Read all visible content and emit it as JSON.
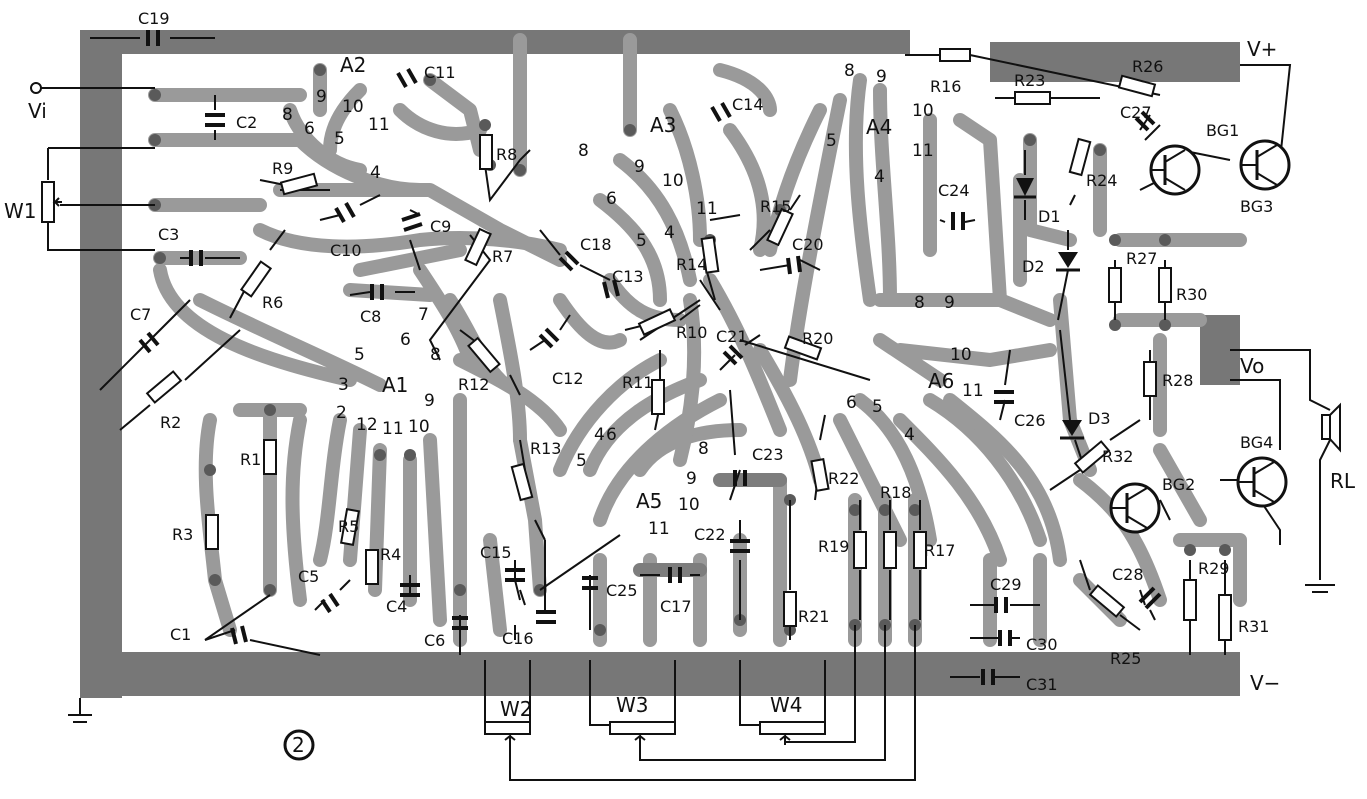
{
  "figure_number": "2",
  "terminals": {
    "vi": "Vi",
    "vplus": "V+",
    "vminus": "V−",
    "vo": "Vo"
  },
  "ics": [
    "A1",
    "A2",
    "A3",
    "A4",
    "A5",
    "A6"
  ],
  "transistors": [
    "BG1",
    "BG2",
    "BG3",
    "BG4"
  ],
  "pots": [
    "W1",
    "W2",
    "W3",
    "W4"
  ],
  "diodes": [
    "D1",
    "D2",
    "D3"
  ],
  "speaker": "RL",
  "resistors": [
    "R1",
    "R2",
    "R3",
    "R4",
    "R5",
    "R6",
    "R7",
    "R8",
    "R9",
    "R10",
    "R11",
    "R12",
    "R13",
    "R14",
    "R15",
    "R16",
    "R17",
    "R18",
    "R19",
    "R20",
    "R21",
    "R22",
    "R23",
    "R24",
    "R25",
    "R26",
    "R27",
    "R28",
    "R29",
    "R30",
    "R31",
    "R32"
  ],
  "capacitors": [
    "C1",
    "C2",
    "C3",
    "C4",
    "C5",
    "C6",
    "C7",
    "C8",
    "C9",
    "C10",
    "C11",
    "C12",
    "C13",
    "C14",
    "C15",
    "C16",
    "C17",
    "C18",
    "C19",
    "C20",
    "C21",
    "C22",
    "C23",
    "C24",
    "C25",
    "C26",
    "C27",
    "C28",
    "C29",
    "C30",
    "C31"
  ],
  "pins": {
    "a1": [
      "2",
      "3",
      "5",
      "6",
      "7",
      "8",
      "9",
      "10",
      "11",
      "12"
    ],
    "a2": [
      "4",
      "5",
      "6",
      "8",
      "9",
      "10",
      "11"
    ],
    "a3": [
      "4",
      "5",
      "6",
      "8",
      "9",
      "10",
      "11"
    ],
    "a4": [
      "4",
      "5",
      "8",
      "9",
      "10",
      "11"
    ],
    "a5": [
      "4",
      "5",
      "6",
      "8",
      "9",
      "10",
      "11"
    ],
    "a6": [
      "4",
      "5",
      "6",
      "8",
      "9",
      "10",
      "11"
    ]
  }
}
